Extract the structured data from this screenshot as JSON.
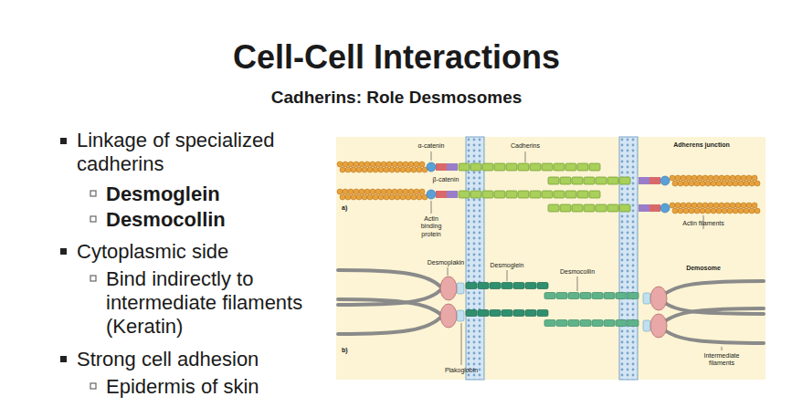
{
  "diagram": {
    "title": "Cell-Cell Interactions",
    "labels": [
      "Cadherins: Role Desmosomes",
      "Linkage of specialized cadherins",
      "Desmoglein",
      "Desmocollin",
      "Cytoplasmic side",
      "Bind indirectly to intermediate filaments (Keratin)",
      "Strong cell adhesion",
      "Epidermis of skin",
      "α-catenin",
      "β-catenin",
      "Cadherins",
      "Adherens junction",
      "a)",
      "Actin binding protein",
      "Actin filaments",
      "Desmoplakin",
      "Desmoglein",
      "Desmocollin",
      "Demosome",
      "b)",
      "Plakoglobin",
      "Intermediate filaments"
    ]
  }
}
